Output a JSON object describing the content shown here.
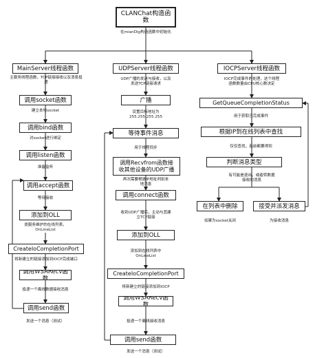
{
  "root": {
    "title": "CLANChat构造函数",
    "note": "在mianDlg构造函数中初始化"
  },
  "columns": {
    "main": {
      "title": "MainServer线程函数",
      "note": "主服务线程函数，TCP链接接收以及消息投递",
      "steps": [
        {
          "label": "调用socket函数",
          "note": "建立本地socket"
        },
        {
          "label": "调用bind函数",
          "note": "对socket进行绑定"
        },
        {
          "label": "调用listen函数",
          "note": "准备监听"
        },
        {
          "label": "调用accept函数",
          "note": "等待接收"
        },
        {
          "label": "添加到OLL",
          "note": "类服务维护的在线列表，\nOnLineList"
        },
        {
          "label": "CreateIoCompletionPort",
          "note": "将新建立的链接添加到IOCP完成端口"
        },
        {
          "label": "调用WSARecv函数",
          "note": "投递一个离线数据接收消息"
        },
        {
          "label": "调用send函数",
          "note": "发送一个消息（测试）"
        }
      ]
    },
    "udp": {
      "title": "UDPServer线程函数",
      "note": "UDP广播的发送与接收，以及\n发送TCP链接请求",
      "steps": [
        {
          "label": "广播",
          "note": "设置目标地址为\n255.255.255.255"
        },
        {
          "label": "等待事件消息",
          "note": "用于线程同步"
        },
        {
          "label": "调用Recvfrom函数接\n收其他设备的UDP广播",
          "note": "再次需要根据IP地址判别本\n地消息"
        },
        {
          "label": "调用connect函数",
          "note": "收到UDP广播后，主动与其建\n立TCP链接"
        },
        {
          "label": "添加到OLL",
          "note": "添加到在线列表中\nOnLineList"
        },
        {
          "label": "CreateIoCompletionPort",
          "note": "将新建立的链接添加到IOCP"
        },
        {
          "label": "调用WSARecv函数",
          "note": "投递一个离线接收消息"
        },
        {
          "label": "调用send函数",
          "note": "发送一个消息（测试）"
        }
      ]
    },
    "iocp": {
      "title": "IOCPServer线程函数",
      "note": "IOCP完成事件的处理，这个线程\n函数数量由CPU核心数决定",
      "steps": [
        {
          "label": "GetQueueCompletionStatus",
          "note": "用于获取已完成事件"
        },
        {
          "label": "根据IP到在线列表中查找",
          "note": "仅仅查找，若前都要得到"
        },
        {
          "label": "判断消息类型",
          "note": "有可能是退出，或者转数据\n接收的消息"
        }
      ],
      "branches": [
        {
          "label": "在列表中删除",
          "note": "如果为socket关闭"
        },
        {
          "label": "接受并派发消息",
          "note": "为接收消息"
        }
      ]
    }
  }
}
